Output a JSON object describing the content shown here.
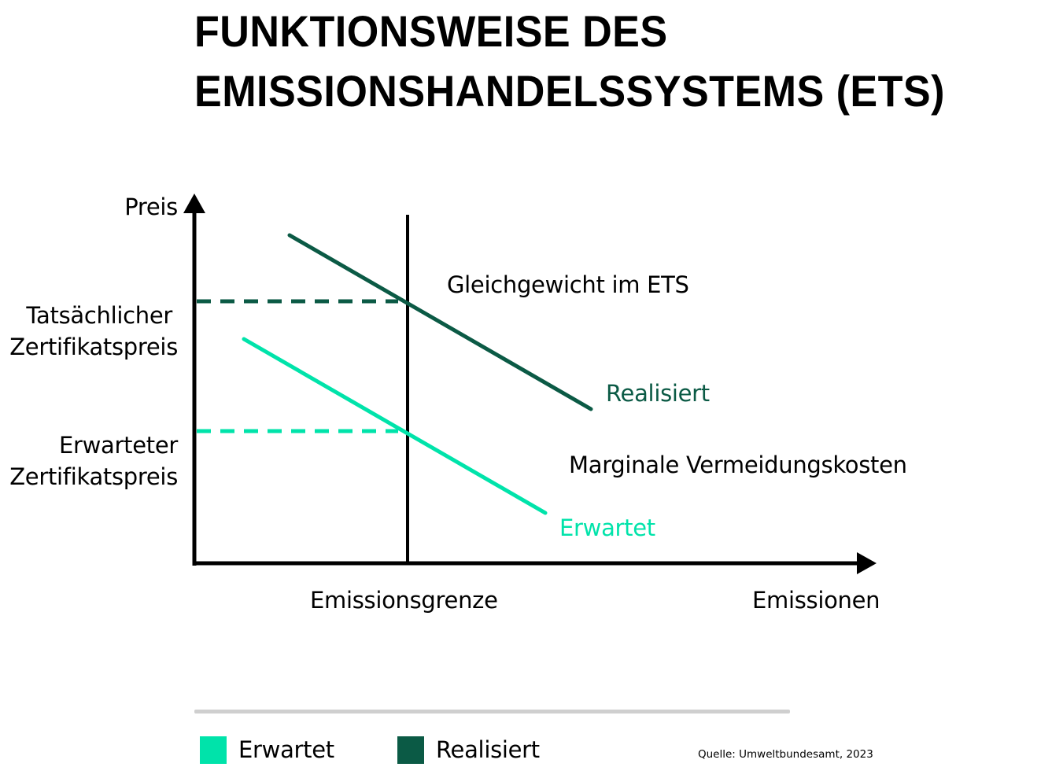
{
  "title": {
    "line1": "FUNKTIONSWEISE DES",
    "line2": "EMISSIONSHANDELSSYSTEMS (ETS)"
  },
  "colors": {
    "realisiert": "#0B5A45",
    "erwartet": "#00E3AA",
    "axis": "#000000",
    "legend_rule": "#CFCFCF"
  },
  "axes": {
    "y_label": "Preis",
    "x_label": "Emissionen",
    "y_ticks": {
      "actual_price": [
        "Tatsächlicher",
        "Zertifikatspreis"
      ],
      "expected_price": [
        "Erwarteter",
        "Zertifikatspreis"
      ]
    },
    "x_ticks": {
      "emission_cap": "Emissionsgrenze"
    }
  },
  "annotations": {
    "equilibrium": "Gleichgewicht im ETS",
    "realisiert": "Realisiert",
    "mac": "Marginale Vermeidungskosten",
    "erwartet": "Erwartet"
  },
  "legend": {
    "items": [
      {
        "label": "Erwartet",
        "color": "#00E3AA"
      },
      {
        "label": "Realisiert",
        "color": "#0B5A45"
      }
    ]
  },
  "source": "Quelle: Umweltbundesamt, 2023",
  "chart_data": {
    "type": "line",
    "title": "FUNKTIONSWEISE DES EMISSIONSHANDELSSYSTEMS (ETS)",
    "xlabel": "Emissionen",
    "ylabel": "Preis",
    "note": "Conceptual diagram without numeric scale; values are in relative units (x: 0–100 along emissions axis, y: 0–100 along price axis).",
    "series": [
      {
        "name": "Realisiert",
        "label": "Marginale Vermeidungskosten (realisiert)",
        "x": [
          14,
          58
        ],
        "y": [
          94,
          44
        ],
        "color": "#0B5A45"
      },
      {
        "name": "Erwartet",
        "label": "Marginale Vermeidungskosten (erwartet)",
        "x": [
          7,
          51
        ],
        "y": [
          64,
          14
        ],
        "color": "#00E3AA"
      }
    ],
    "vertical_lines": [
      {
        "label": "Emissionsgrenze",
        "x": 31
      }
    ],
    "horizontal_reference_lines": [
      {
        "label": "Tatsächlicher Zertifikatspreis",
        "y": 75,
        "style": "dashed",
        "color": "#0B5A45"
      },
      {
        "label": "Erwarteter Zertifikatspreis",
        "y": 38,
        "style": "dashed",
        "color": "#00E3AA"
      }
    ],
    "annotations": [
      "Gleichgewicht im ETS",
      "Marginale Vermeidungskosten"
    ],
    "legend": [
      "Erwartet",
      "Realisiert"
    ],
    "legend_position": "bottom",
    "grid": false
  }
}
